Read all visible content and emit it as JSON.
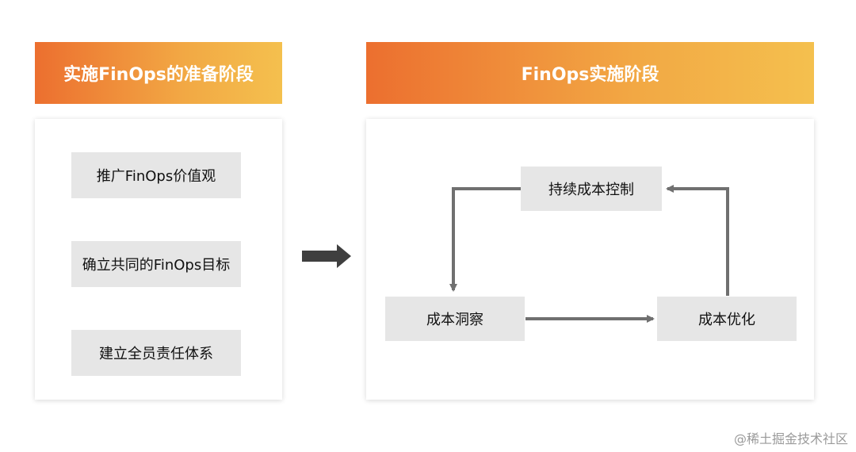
{
  "left_section": {
    "title": "实施FinOps的准备阶段",
    "items": [
      "推广FinOps价值观",
      "确立共同的FinOps目标",
      "建立全员责任体系"
    ]
  },
  "right_section": {
    "title": "FinOps实施阶段",
    "nodes": {
      "top": "持续成本控制",
      "left": "成本洞察",
      "right": "成本优化"
    }
  },
  "watermark": "@稀土掘金技术社区",
  "colors": {
    "header_gradient_start": "#ec6f2f",
    "header_gradient_end": "#f4c04e",
    "box_fill": "#e6e6e6",
    "arrow": "#707070",
    "big_arrow": "#3f3f3f"
  }
}
